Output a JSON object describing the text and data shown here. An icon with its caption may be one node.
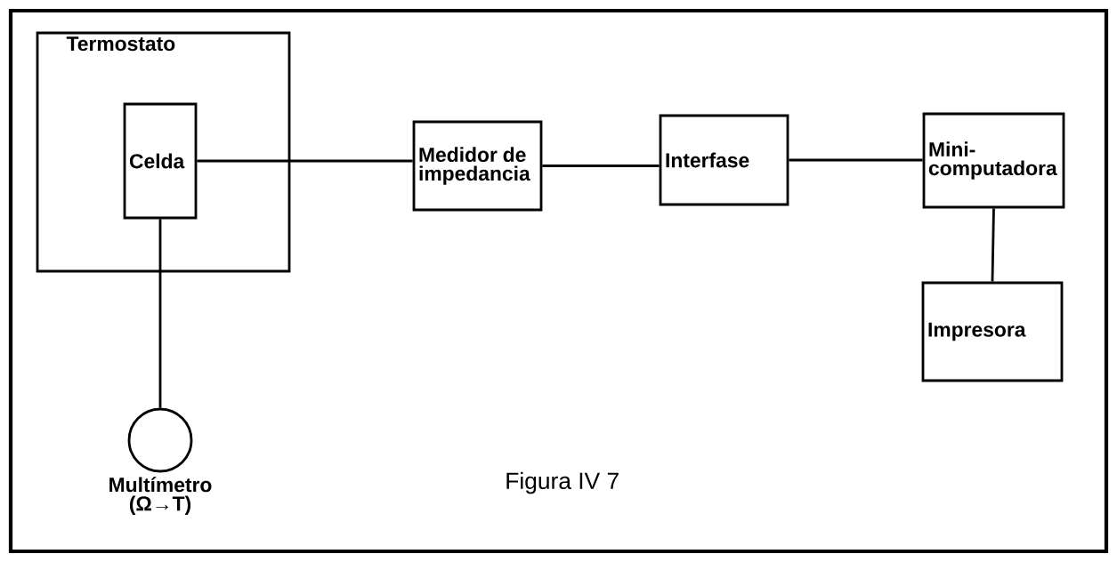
{
  "diagram": {
    "caption": "Figura IV 7",
    "nodes": [
      {
        "text": [
          "Termostato"
        ]
      },
      {
        "text": [
          "Celda"
        ],
        "in": 0
      },
      {
        "text": [
          "Multímetro (Ω→T)"
        ]
      },
      {
        "text": [
          "Medidor de impedancia"
        ]
      },
      {
        "text": [
          "Interfase"
        ]
      },
      {
        "text": [
          "Mini-computadora"
        ]
      },
      {
        "text": [
          "Impresora"
        ]
      }
    ],
    "edges": [
      {
        "from": 1,
        "to": 3,
        "arrow": "none"
      },
      {
        "from": 3,
        "to": 4,
        "arrow": "none"
      },
      {
        "from": 4,
        "to": 5,
        "arrow": "none"
      },
      {
        "from": 5,
        "to": 6,
        "arrow": "none"
      },
      {
        "from": 1,
        "to": 2,
        "arrow": "none"
      }
    ]
  }
}
